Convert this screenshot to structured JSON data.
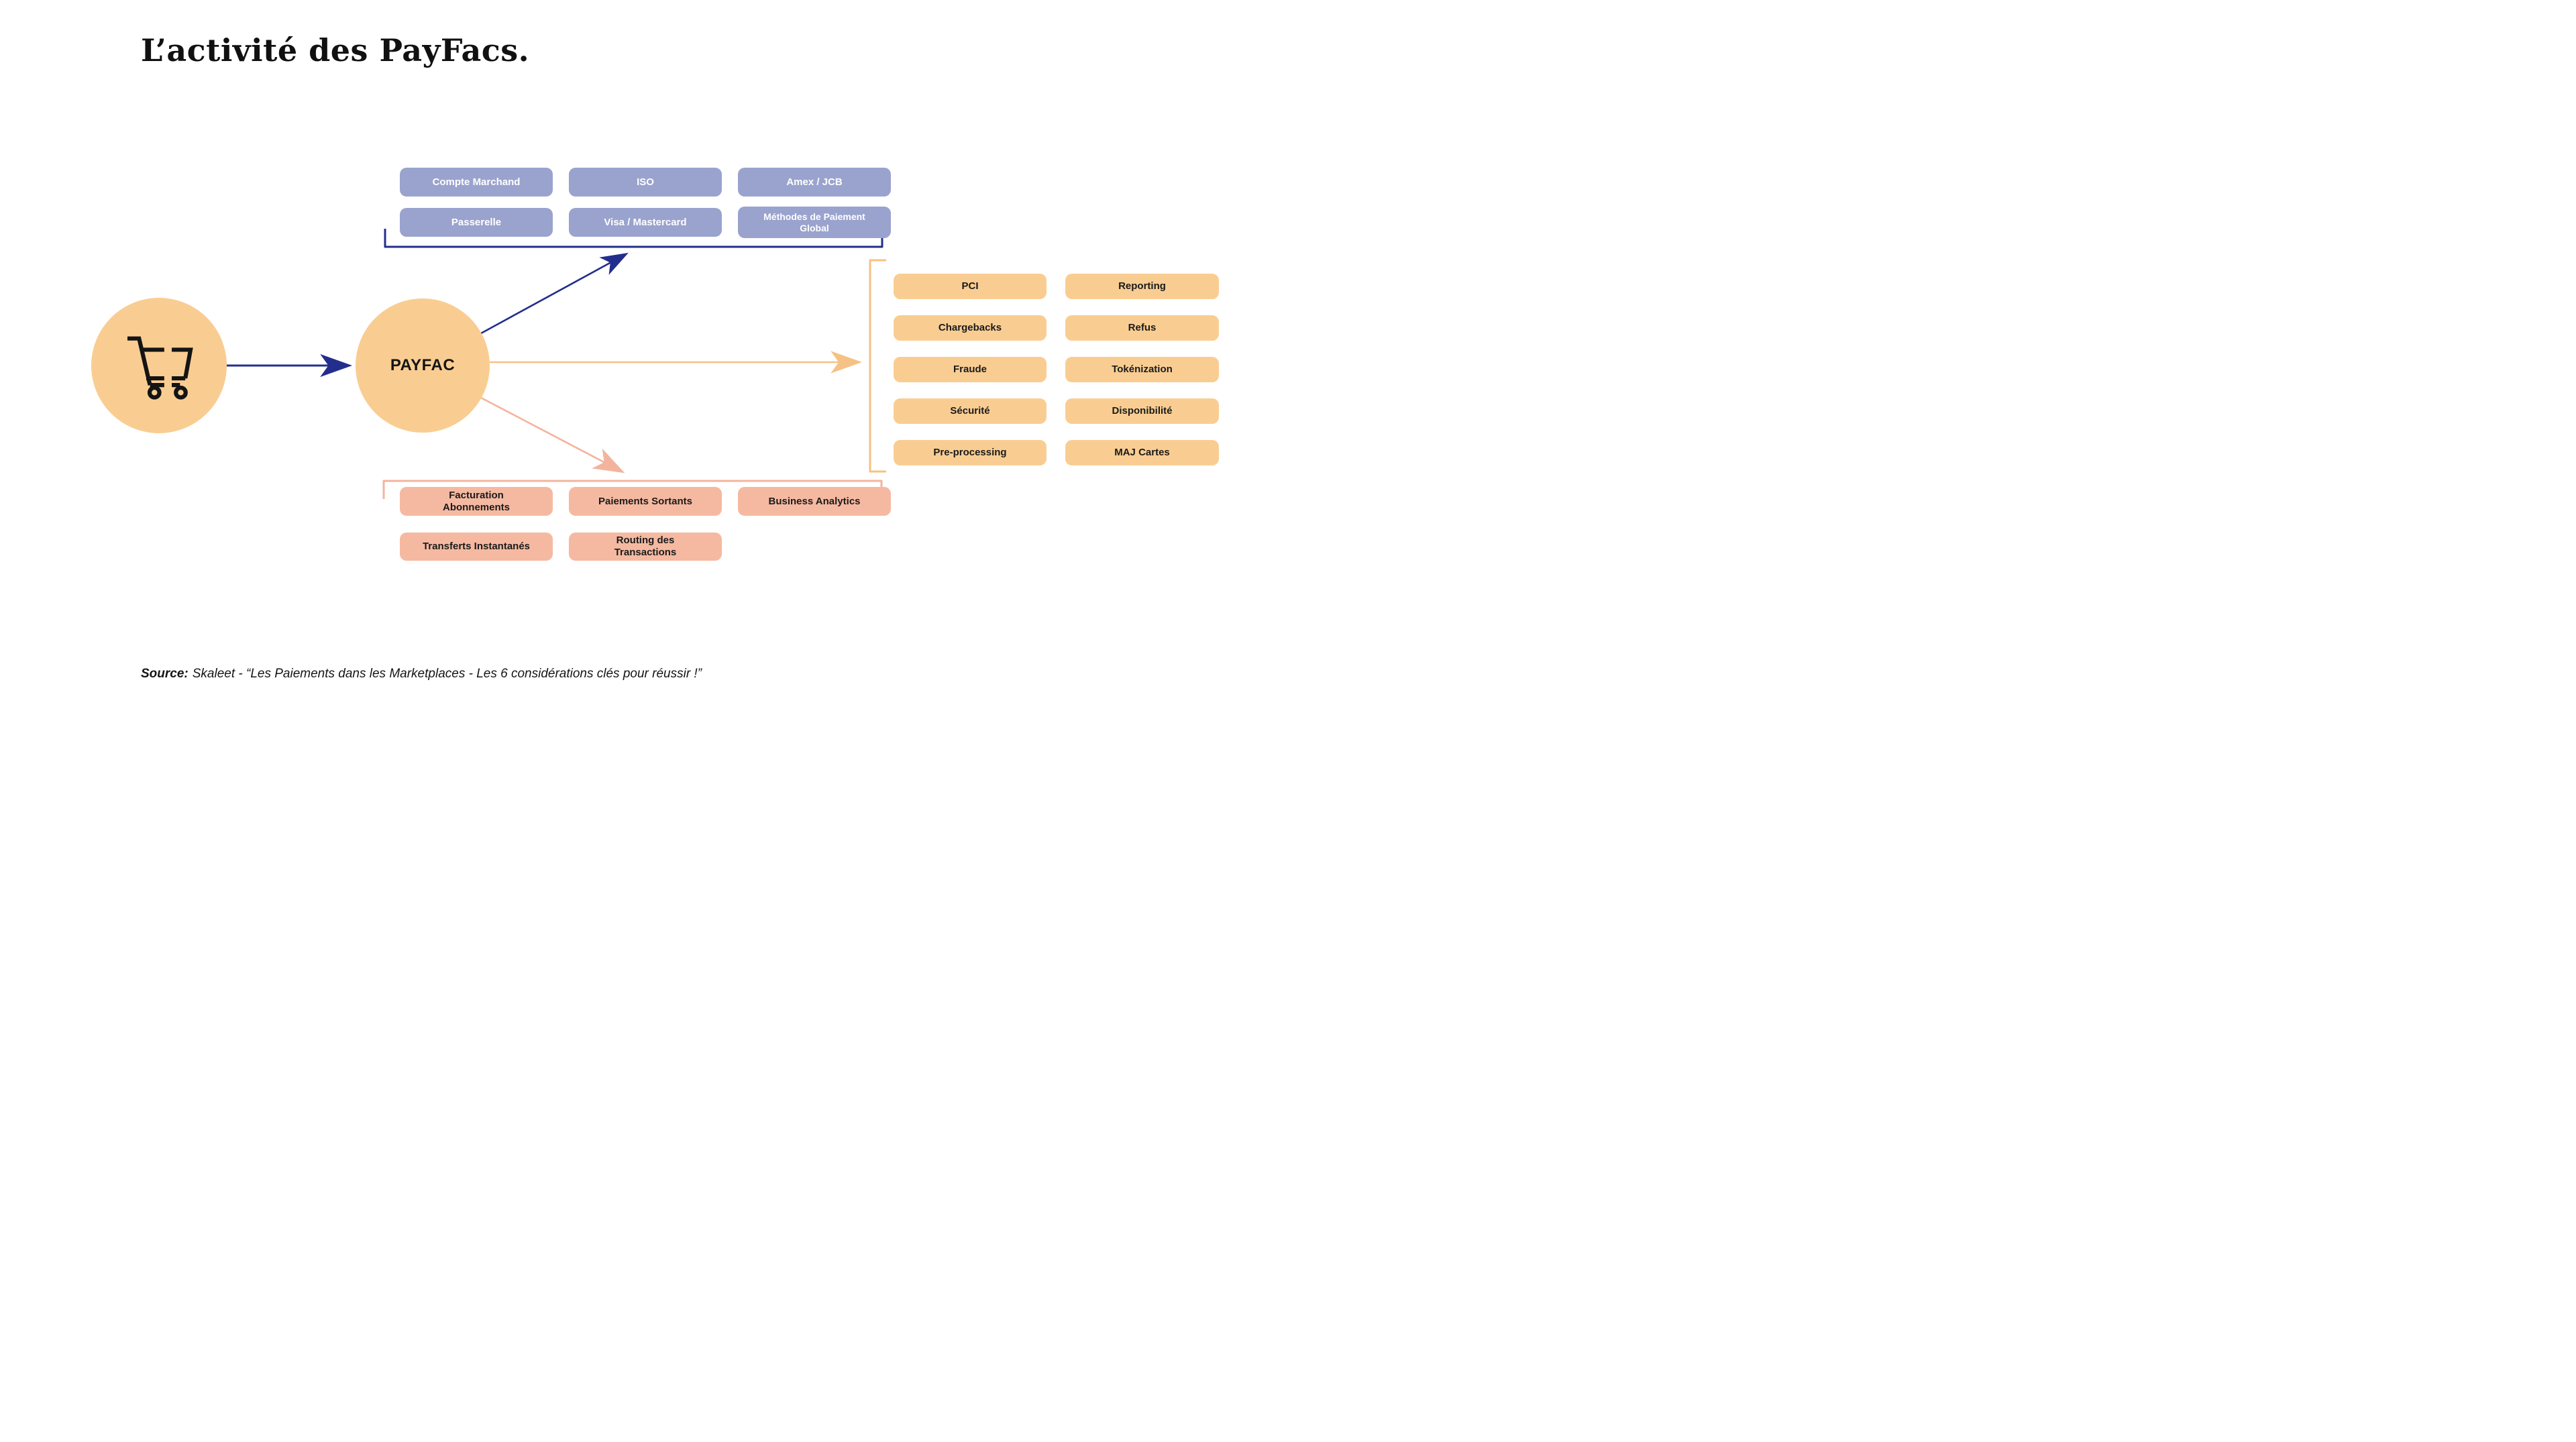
{
  "title": "L’activité des PayFacs.",
  "payfac_node": {
    "label": "PAYFAC"
  },
  "merchant_node": {
    "icon": "shopping-cart-icon"
  },
  "top_group": {
    "row1": [
      "Compte Marchand",
      "ISO",
      "Amex / JCB"
    ],
    "row2": [
      "Passerelle",
      "Visa / Mastercard",
      "Méthodes de Paiement\nGlobal"
    ]
  },
  "right_group": {
    "col1": [
      "PCI",
      "Chargebacks",
      "Fraude",
      "Sécurité",
      "Pre-processing"
    ],
    "col2": [
      "Reporting",
      "Refus",
      "Tokénization",
      "Disponibilité",
      "MAJ Cartes"
    ]
  },
  "bottom_group": {
    "row1": [
      "Facturation\nAbonnements",
      "Paiements Sortants",
      "Business Analytics"
    ],
    "row2": [
      "Transferts Instantanés",
      "Routing des\nTransactions"
    ]
  },
  "source": {
    "label": "Source:",
    "text": "Skaleet - “Les Paiements dans les Marketplaces - Les 6 considérations clés pour réussir !”"
  },
  "colors": {
    "purple_box": "#9AA3CE",
    "navy_line": "#232E8C",
    "peach": "#F9CD92",
    "orange_line": "#F6C185",
    "salmon_box": "#F5B9A1",
    "salmon_line": "#F3B49D",
    "text": "#1A1A1A"
  }
}
